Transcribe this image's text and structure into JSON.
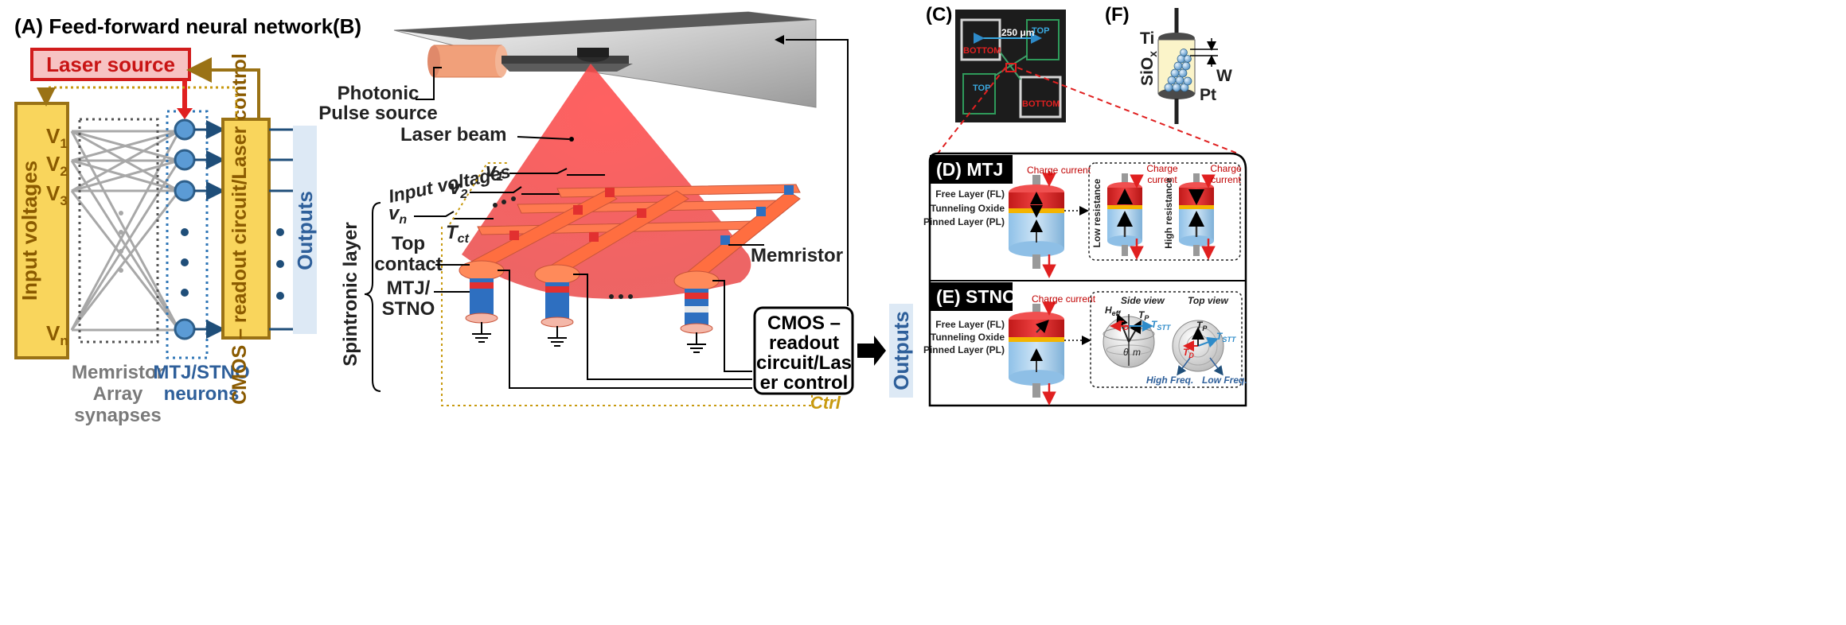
{
  "panel_a": {
    "title": "(A) Feed-forward neural network",
    "laser": "Laser source",
    "input_label": "Input voltages",
    "v": [
      "V",
      "V",
      "V",
      "V"
    ],
    "v_sub": [
      "1",
      "2",
      "3",
      "n"
    ],
    "cmos": "CMOS – readout circuit/Laser control",
    "outputs": "Outputs",
    "memristor_caption": [
      "Memristor",
      "Array",
      "synapses"
    ],
    "neuron_caption": [
      "MTJ/STNO",
      "neurons"
    ]
  },
  "panel_b": {
    "letter": "(B)",
    "photonic": [
      "Photonic",
      "Pulse source"
    ],
    "laser_beam": "Laser beam",
    "input_voltages": "Input voltages",
    "v_labels": [
      "v",
      "v",
      "v",
      "T"
    ],
    "v_subs": [
      "1",
      "2",
      "n",
      "ct"
    ],
    "top_contact": [
      "Top",
      "contact"
    ],
    "mtj_stno": [
      "MTJ/",
      "STNO"
    ],
    "spintronic_layer": "Spintronic layer",
    "memristor": "Memristor",
    "cmos": [
      "CMOS –",
      "readout",
      "circuit/Las",
      "er control"
    ],
    "outputs": "Outputs",
    "ctrl": "Ctrl"
  },
  "panel_c": {
    "letter": "(C)",
    "scale": "250 μm",
    "top1": "TOP",
    "bottom1": "BOTTOM",
    "top2": "TOP",
    "bottom2": "BOTTOM"
  },
  "panel_f": {
    "letter": "(F)",
    "ti": "Ti",
    "siox": "SiO",
    "siox_sub": "x",
    "w": "W",
    "pt": "Pt"
  },
  "panel_d": {
    "title": "(D) MTJ",
    "charge_current": "Charge current",
    "charge_current_2": [
      "Charge",
      "current"
    ],
    "charge_current_3": [
      "Charge",
      "current"
    ],
    "layers": [
      "Free Layer (FL)",
      "Tunneling Oxide",
      "Pinned Layer (PL)"
    ],
    "low_resistance": "Low resistance",
    "high_resistance": "High resistance"
  },
  "panel_e": {
    "title": "(E) STNO",
    "charge_current": "Charge current",
    "layers": [
      "Free Layer (FL)",
      "Tunneling Oxide",
      "Pinned Layer (PL)"
    ],
    "side_view": "Side view",
    "top_view": "Top view",
    "h_eff": "H",
    "h_eff_sub": "eff",
    "t_d": "T",
    "t_d_sub": "D",
    "t_p": "T",
    "t_p_sub": "P",
    "t_stt": "T",
    "t_stt_sub": "STT",
    "theta": "θ",
    "m": "m",
    "high_freq": "High Freq.",
    "low_freq": "Low Freq."
  },
  "colors": {
    "gold_fill": "#f9d55c",
    "gold_stroke": "#9a7215",
    "laser_fill": "#f7c3c3",
    "laser_stroke": "#d11c1c",
    "neuron_fill": "#5b9bd5",
    "neuron_stroke": "#2e5f8a",
    "outputs_fill": "#dde9f5",
    "outputs_text": "#2e5f9a",
    "red": "#e02020",
    "blue_text": "#2e5f9a",
    "dark_red_text": "#c00000"
  }
}
